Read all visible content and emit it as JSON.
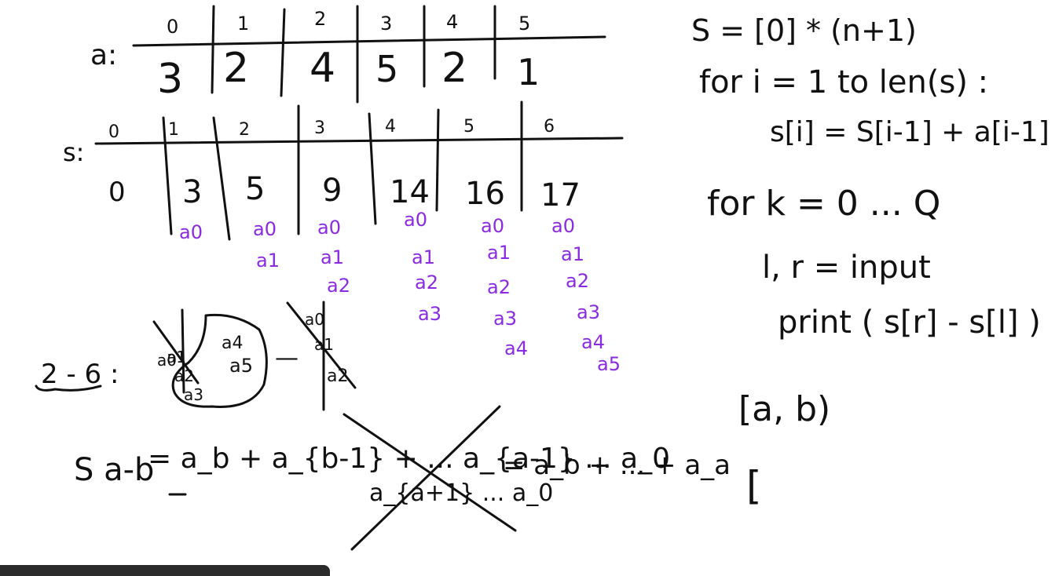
{
  "array_a": {
    "label": "a:",
    "indices": [
      "0",
      "1",
      "2",
      "3",
      "4",
      "5"
    ],
    "values": [
      "3",
      "2",
      "4",
      "5",
      "2",
      "1"
    ]
  },
  "array_s": {
    "label": "s:",
    "indices": [
      "0",
      "1",
      "2",
      "3",
      "4",
      "5",
      "6"
    ],
    "values": [
      "0",
      "3",
      "5",
      "9",
      "14",
      "16",
      "17"
    ]
  },
  "purple_terms": {
    "col1": [
      "a0"
    ],
    "col2": [
      "a0",
      "a1"
    ],
    "col3": [
      "a0",
      "a1",
      "a2"
    ],
    "col4": [
      "a0",
      "a1",
      "a2",
      "a3"
    ],
    "col5": [
      "a0",
      "a1",
      "a2",
      "a3",
      "a4"
    ],
    "col6": [
      "a0",
      "a1",
      "a2",
      "a3",
      "a4",
      "a5"
    ]
  },
  "range_example": {
    "label": "2 - 6 :",
    "blob_left": [
      "a0",
      "a1",
      "a2",
      "a3"
    ],
    "blob_right": [
      "a4",
      "a5"
    ],
    "minus": "—",
    "right_group": [
      "a0",
      "a1",
      "a2"
    ]
  },
  "formula": {
    "lhs": "S a-b",
    "eq1": "= a_b + a_{b-1} + ... a_{a-1} ... a_0",
    "lower_cross": "a_{a+1} ... a_0",
    "eq2": "= a_b + ... + a_a"
  },
  "code": {
    "line1": "S = [0] * (n+1)",
    "line2": "for i = 1 to len(s) :",
    "line3": "s[i] = S[i-1] + a[i-1]",
    "line4": "for k = 0 ... Q",
    "line5": "l, r = input",
    "line6": "print ( s[r] - s[l] )",
    "interval1": "[a, b)",
    "interval2": "["
  },
  "colors": {
    "ink": "#111111",
    "purple": "#8a2be2",
    "bar": "#2b2b2b"
  }
}
